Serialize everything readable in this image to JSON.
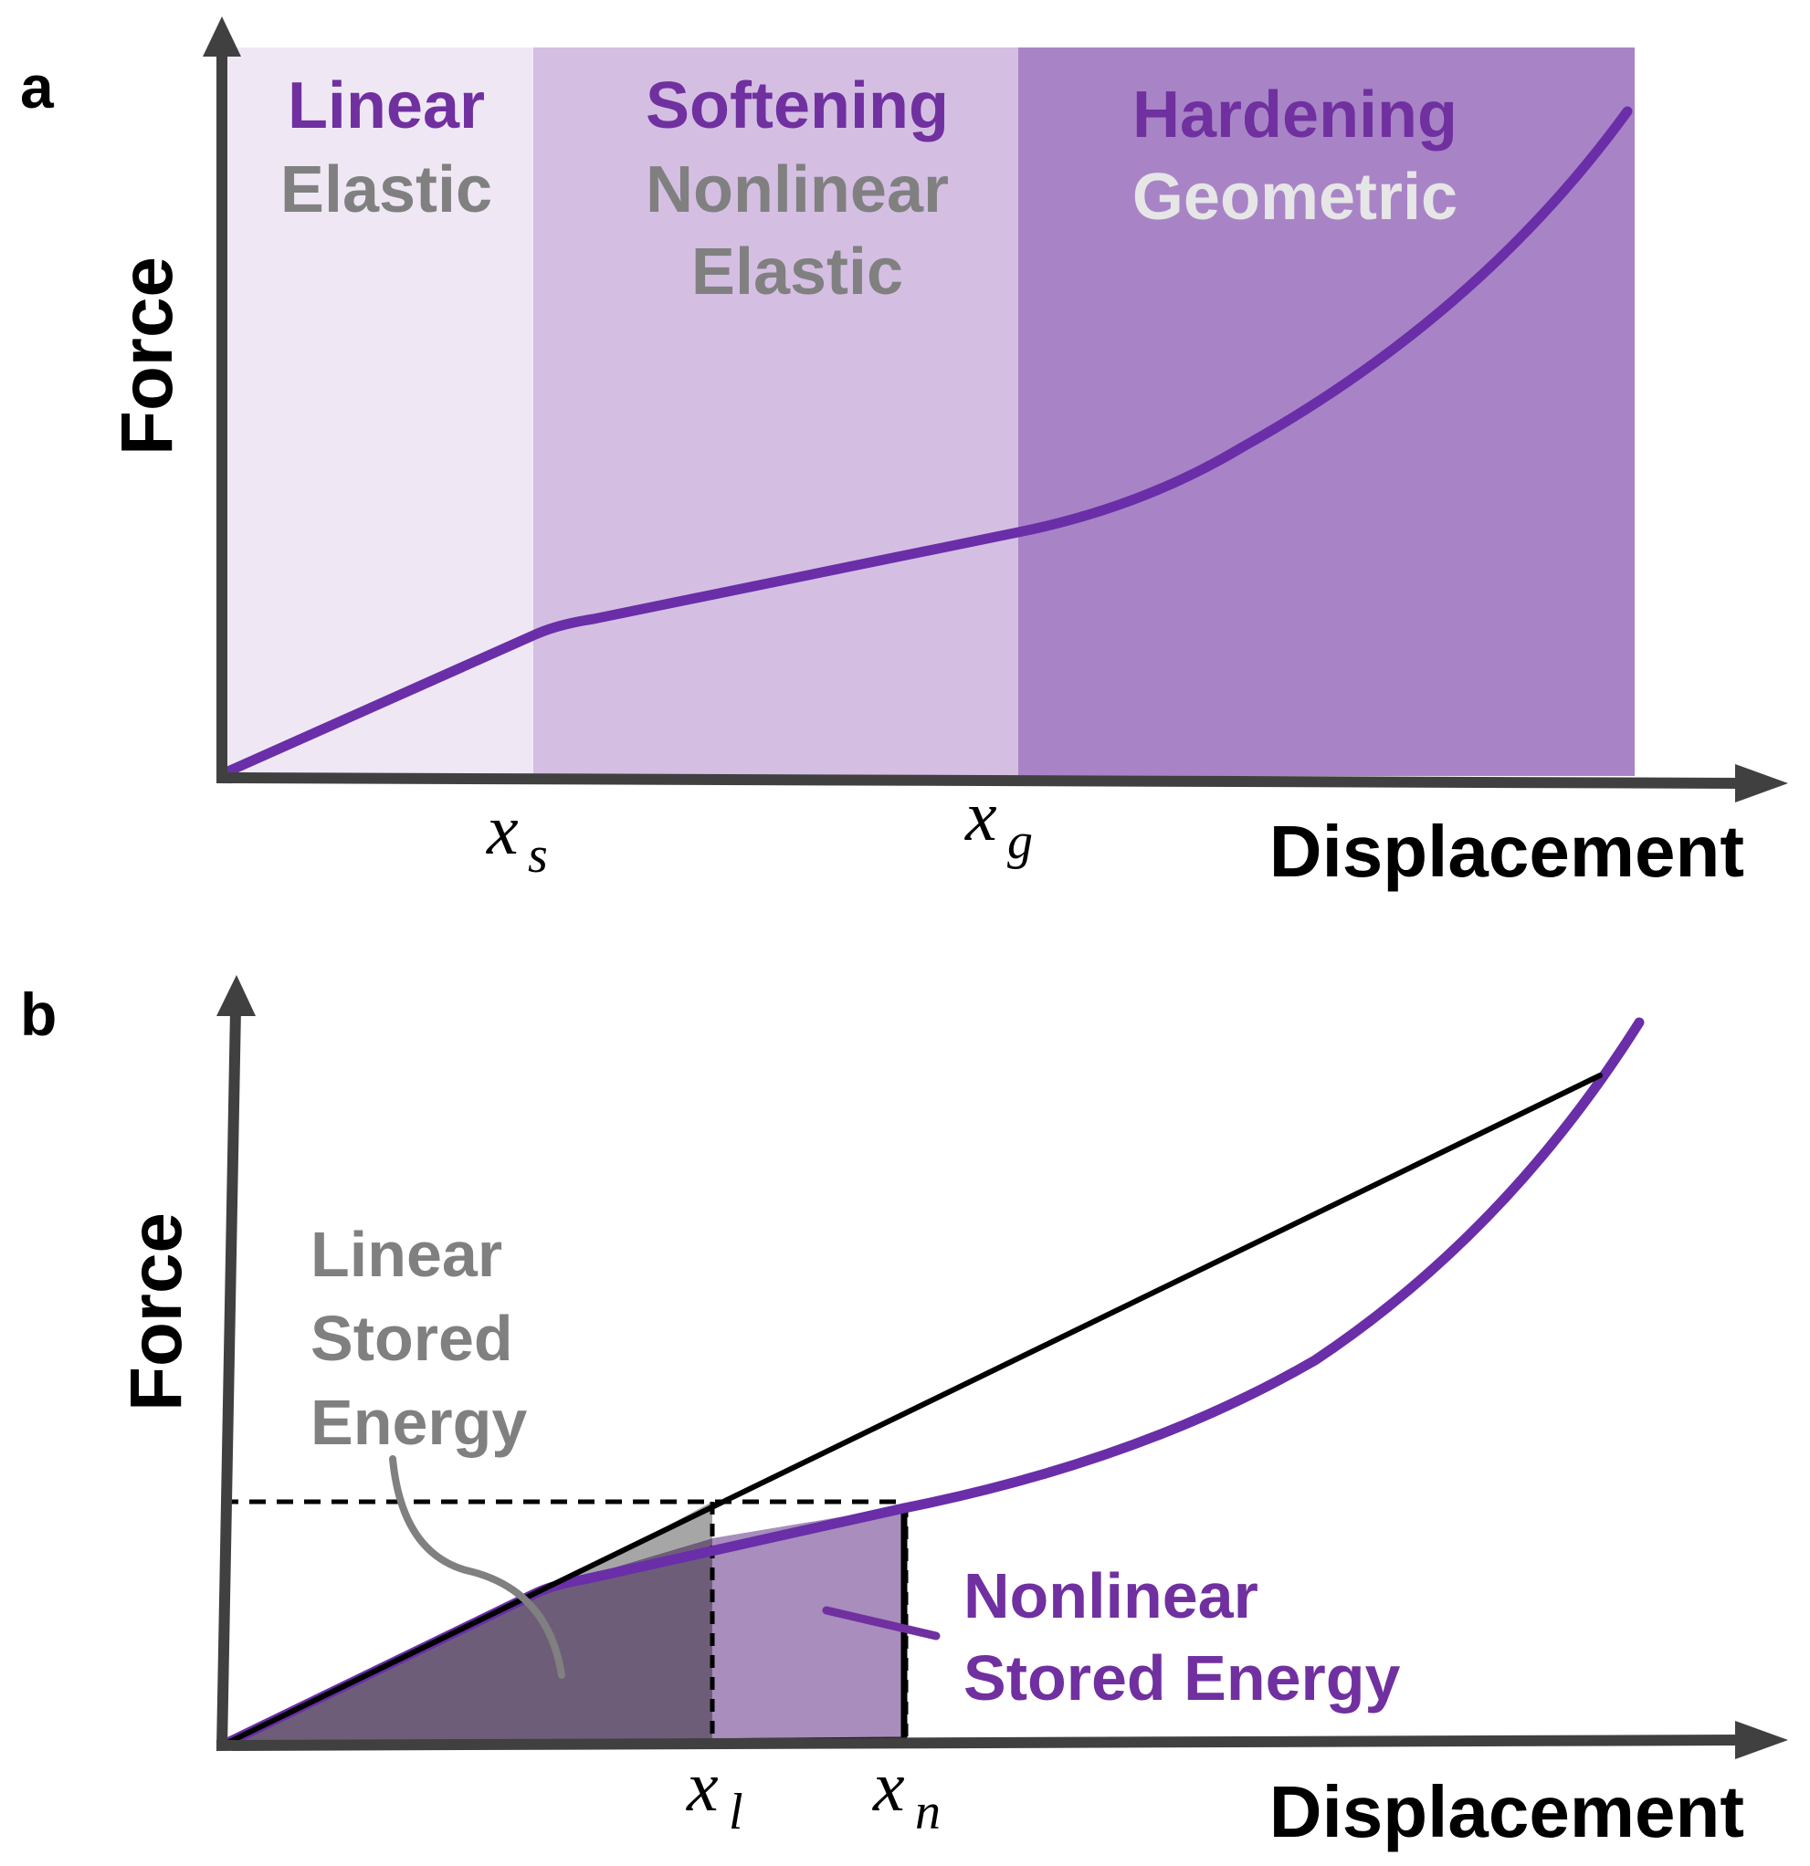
{
  "panel_a": {
    "label": "a",
    "y_axis_title": "Force",
    "x_axis_title": "Displacement",
    "regions": [
      {
        "line1": "Linear",
        "line2": "Elastic",
        "line3": ""
      },
      {
        "line1": "Softening",
        "line2": "Nonlinear",
        "line3": "Elastic"
      },
      {
        "line1": "Hardening",
        "line2": "Geometric",
        "line3": ""
      }
    ],
    "ticks": [
      {
        "var": "x",
        "sub": "s"
      },
      {
        "var": "x",
        "sub": "g"
      }
    ]
  },
  "panel_b": {
    "label": "b",
    "y_axis_title": "Force",
    "x_axis_title": "Displacement",
    "linear_energy": {
      "line1": "Linear",
      "line2": "Stored",
      "line3": "Energy"
    },
    "nonlinear_energy": {
      "line1": "Nonlinear",
      "line2": "Stored Energy"
    },
    "ticks": [
      {
        "var": "x",
        "sub": "l"
      },
      {
        "var": "x",
        "sub": "n"
      }
    ]
  },
  "colors": {
    "curve": "#6a2ea8",
    "purple_text": "#7030a0",
    "gray_text": "#808080",
    "light_text": "#e6e6e6",
    "region_1": "#efe8f4",
    "region_2": "#d4bfe3",
    "region_3": "#a884c6",
    "axis": "#404040",
    "linear_fill": "#6e5d78",
    "nonlinear_fill": "#a88dbd",
    "small_gray_fill": "#a6a6a6"
  }
}
